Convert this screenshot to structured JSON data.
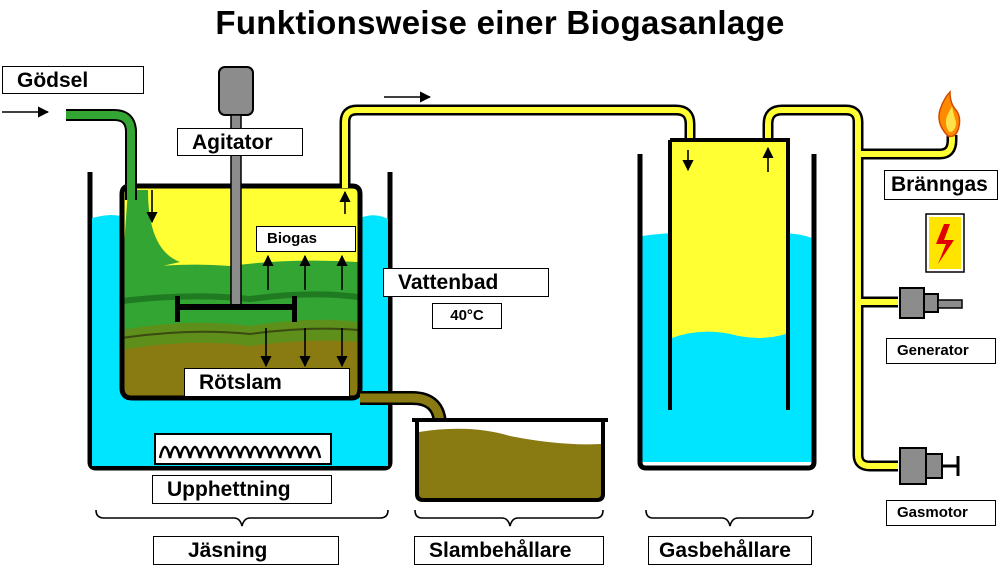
{
  "title": "Funktionsweise einer Biogasanlage",
  "labels": {
    "manure": "Gödsel",
    "agitator": "Agitator",
    "biogas": "Biogas",
    "water_bath": "Vattenbad",
    "temperature": "40°C",
    "digestate": "Rötslam",
    "heating": "Upphettning",
    "fermentation": "Jäsning",
    "sludge_tank": "Slambehållare",
    "gas_tank": "Gasbehållare",
    "fuel_gas": "Bränngas",
    "generator": "Generator",
    "gas_engine": "Gasmotor"
  },
  "colors": {
    "water": "#00e5ff",
    "biogas_yellow": "#ffff33",
    "manure_green": "#33a532",
    "sludge_olive": "#8a7a12",
    "sludge_light": "#b39d16",
    "gray": "#8c8c8c",
    "outline": "#000000"
  },
  "icons": [
    "flame-icon",
    "lightning-icon",
    "generator-icon",
    "gas-motor-icon",
    "arrow-icon"
  ]
}
